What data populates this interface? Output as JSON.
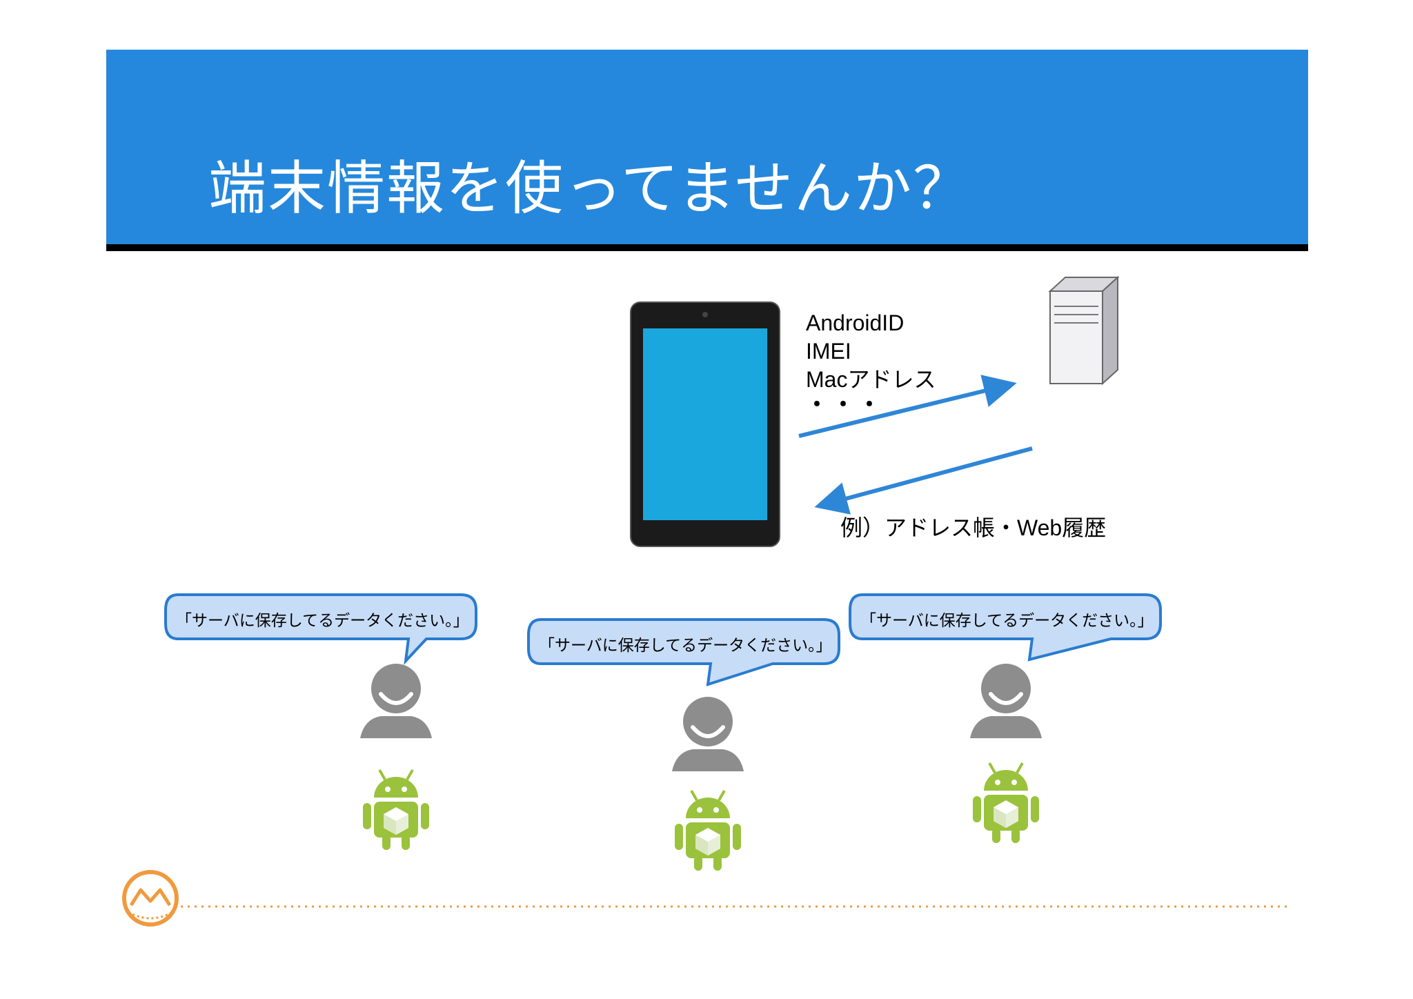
{
  "title": "端末情報を使ってませんか？",
  "device_info": [
    "AndroidID",
    "IMEI",
    "Macアドレス",
    "・・・"
  ],
  "server_response": "例）アドレス帳・Web履歴",
  "speech_bubbles": [
    {
      "text": "「サーバに保存してるデータください。」"
    },
    {
      "text": "「サーバに保存してるデータください。」"
    },
    {
      "text": "「サーバに保存してるデータください。」"
    }
  ],
  "colors": {
    "header": "#2588dc",
    "arrow": "#2e86d6",
    "bubble_fill": "#c7dcf6",
    "bubble_stroke": "#2a7bd0",
    "android_green": "#9ac23c",
    "accent_orange": "#f09a3e"
  },
  "icons": [
    "tablet-icon",
    "server-icon",
    "person-icon",
    "android-app-icon",
    "logo-icon"
  ]
}
